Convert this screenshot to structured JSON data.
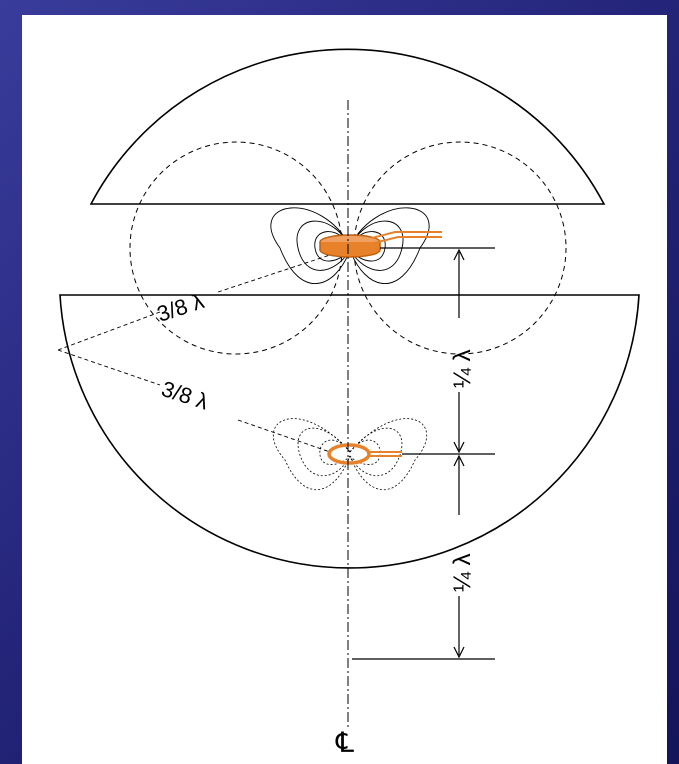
{
  "labels": {
    "dim_top": "¼ λ",
    "dim_bottom": "¼ λ",
    "radius_upper": "3/8 λ",
    "radius_lower": "3/8 λ",
    "centerline": "℄"
  },
  "colors": {
    "background": "#2a2c86",
    "panel": "#ffffff",
    "line": "#000000",
    "coil": "#e8822a"
  }
}
